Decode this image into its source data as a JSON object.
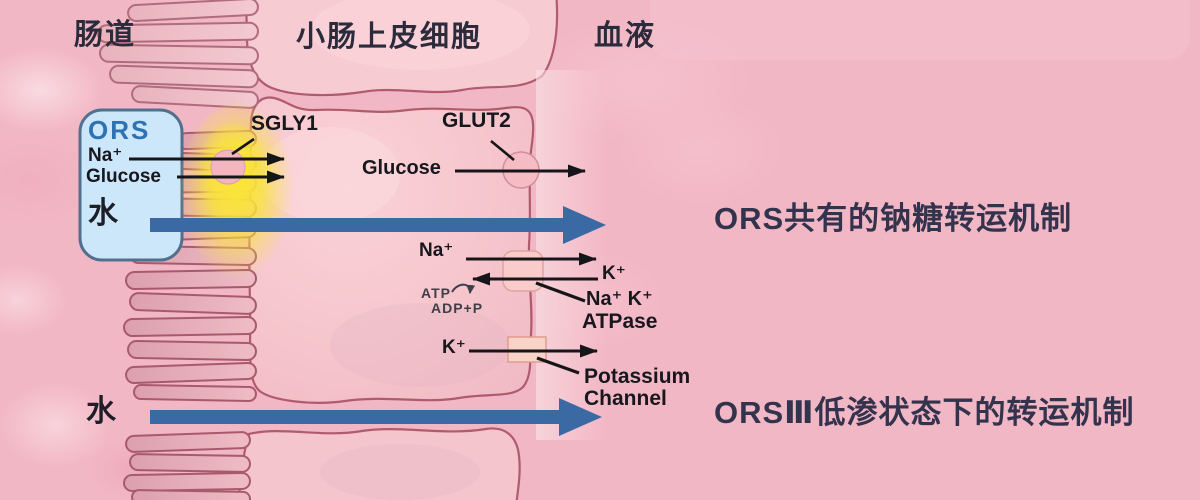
{
  "regions": {
    "lumen": "肠道",
    "epithelium": "小肠上皮细胞",
    "blood": "血液"
  },
  "ors_box": {
    "title": "ORS",
    "sodium": "Na⁺",
    "glucose": "Glucose",
    "water": "水"
  },
  "transport": {
    "sgly1": "SGLY1",
    "glut2": "GLUT2",
    "glucose": "Glucose",
    "sodium": "Na⁺",
    "potassium_out": "K⁺",
    "atp": "ATP",
    "adp": "ADP+P",
    "pump_name_line1": "Na⁺ K⁺",
    "pump_name_line2": "ATPase",
    "potassium_in": "K⁺",
    "channel_name_line1": "Potassium",
    "channel_name_line2": "Channel"
  },
  "water_flow": {
    "bottom_label": "水"
  },
  "captions": {
    "shared_mechanism": "ORS共有的钠糖转运机制",
    "hypotonic_mechanism": "ORSⅢ低渗状态下的转运机制"
  },
  "icons": {
    "sgly1_transporter": "pink-circle-in-yellow-glow",
    "glut2_transporter": "pink-circle",
    "na_k_pump": "pink-rounded-square",
    "potassium_channel": "pink-rectangle",
    "water_arrow": "thick-blue-right-arrow",
    "solute_arrow": "thin-black-right-arrow"
  },
  "colors": {
    "background": "#f2b7c4",
    "cell_fill": "#f6c6cd",
    "membrane": "#a5495e",
    "microvilli_fill": "#e5adb9",
    "ors_box_fill": "#cbe7f9",
    "ors_box_border": "#51708e",
    "ors_title_text": "#2f72b4",
    "water_arrow_blue": "#3a69a4",
    "sglt_glow_yellow": "#f8e53e",
    "label_text": "#1b1b22"
  }
}
